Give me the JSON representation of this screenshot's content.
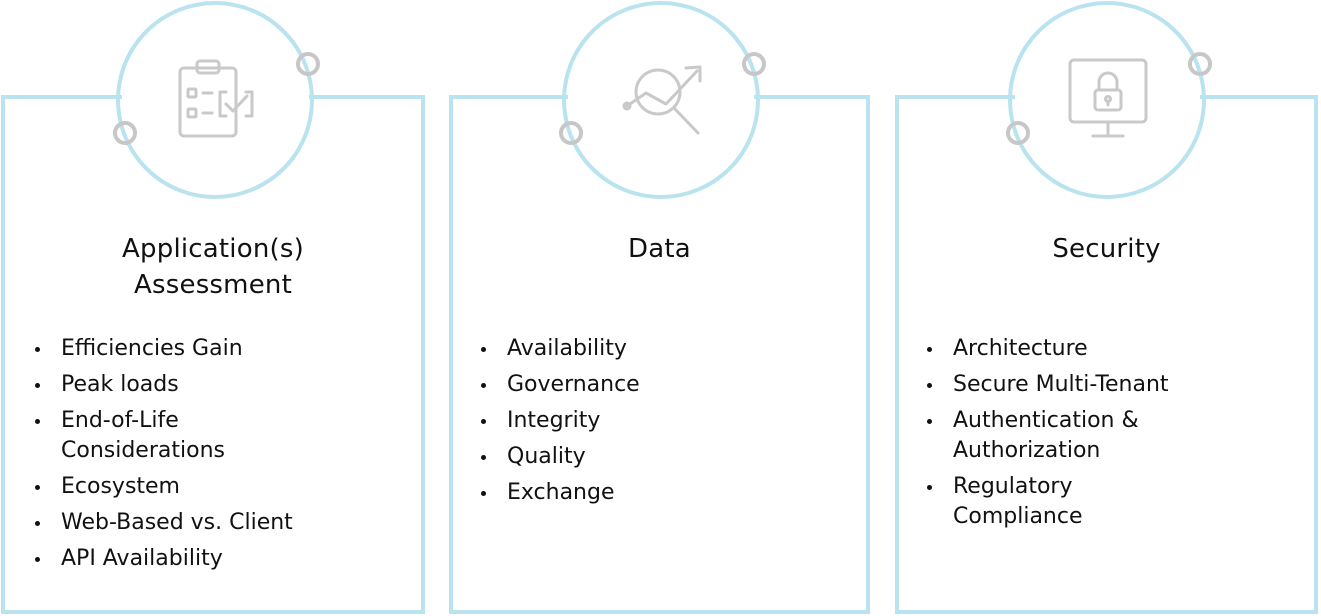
{
  "colors": {
    "frame": "#b8e3ef",
    "knob": "#c7c7c7",
    "icon": "#c9c9c9",
    "text": "#111111"
  },
  "cards": [
    {
      "id": "application",
      "icon": "clipboard-checklist-icon",
      "title_lines": [
        "Application(s)",
        "Assessment"
      ],
      "items": [
        [
          "Efficiencies Gain"
        ],
        [
          "Peak loads"
        ],
        [
          "End-of-Life",
          "Considerations"
        ],
        [
          "Ecosystem"
        ],
        [
          "Web-Based vs. Client"
        ],
        [
          "API Availability"
        ]
      ]
    },
    {
      "id": "data",
      "icon": "magnifier-trend-icon",
      "title_lines": [
        "Data"
      ],
      "items": [
        [
          "Availability"
        ],
        [
          "Governance"
        ],
        [
          "Integrity"
        ],
        [
          "Quality"
        ],
        [
          "Exchange"
        ]
      ]
    },
    {
      "id": "security",
      "icon": "monitor-lock-icon",
      "title_lines": [
        "Security"
      ],
      "items": [
        [
          "Architecture"
        ],
        [
          "Secure Multi-Tenant"
        ],
        [
          "Authentication &",
          "Authorization"
        ],
        [
          "Regulatory",
          "Compliance"
        ]
      ]
    }
  ]
}
